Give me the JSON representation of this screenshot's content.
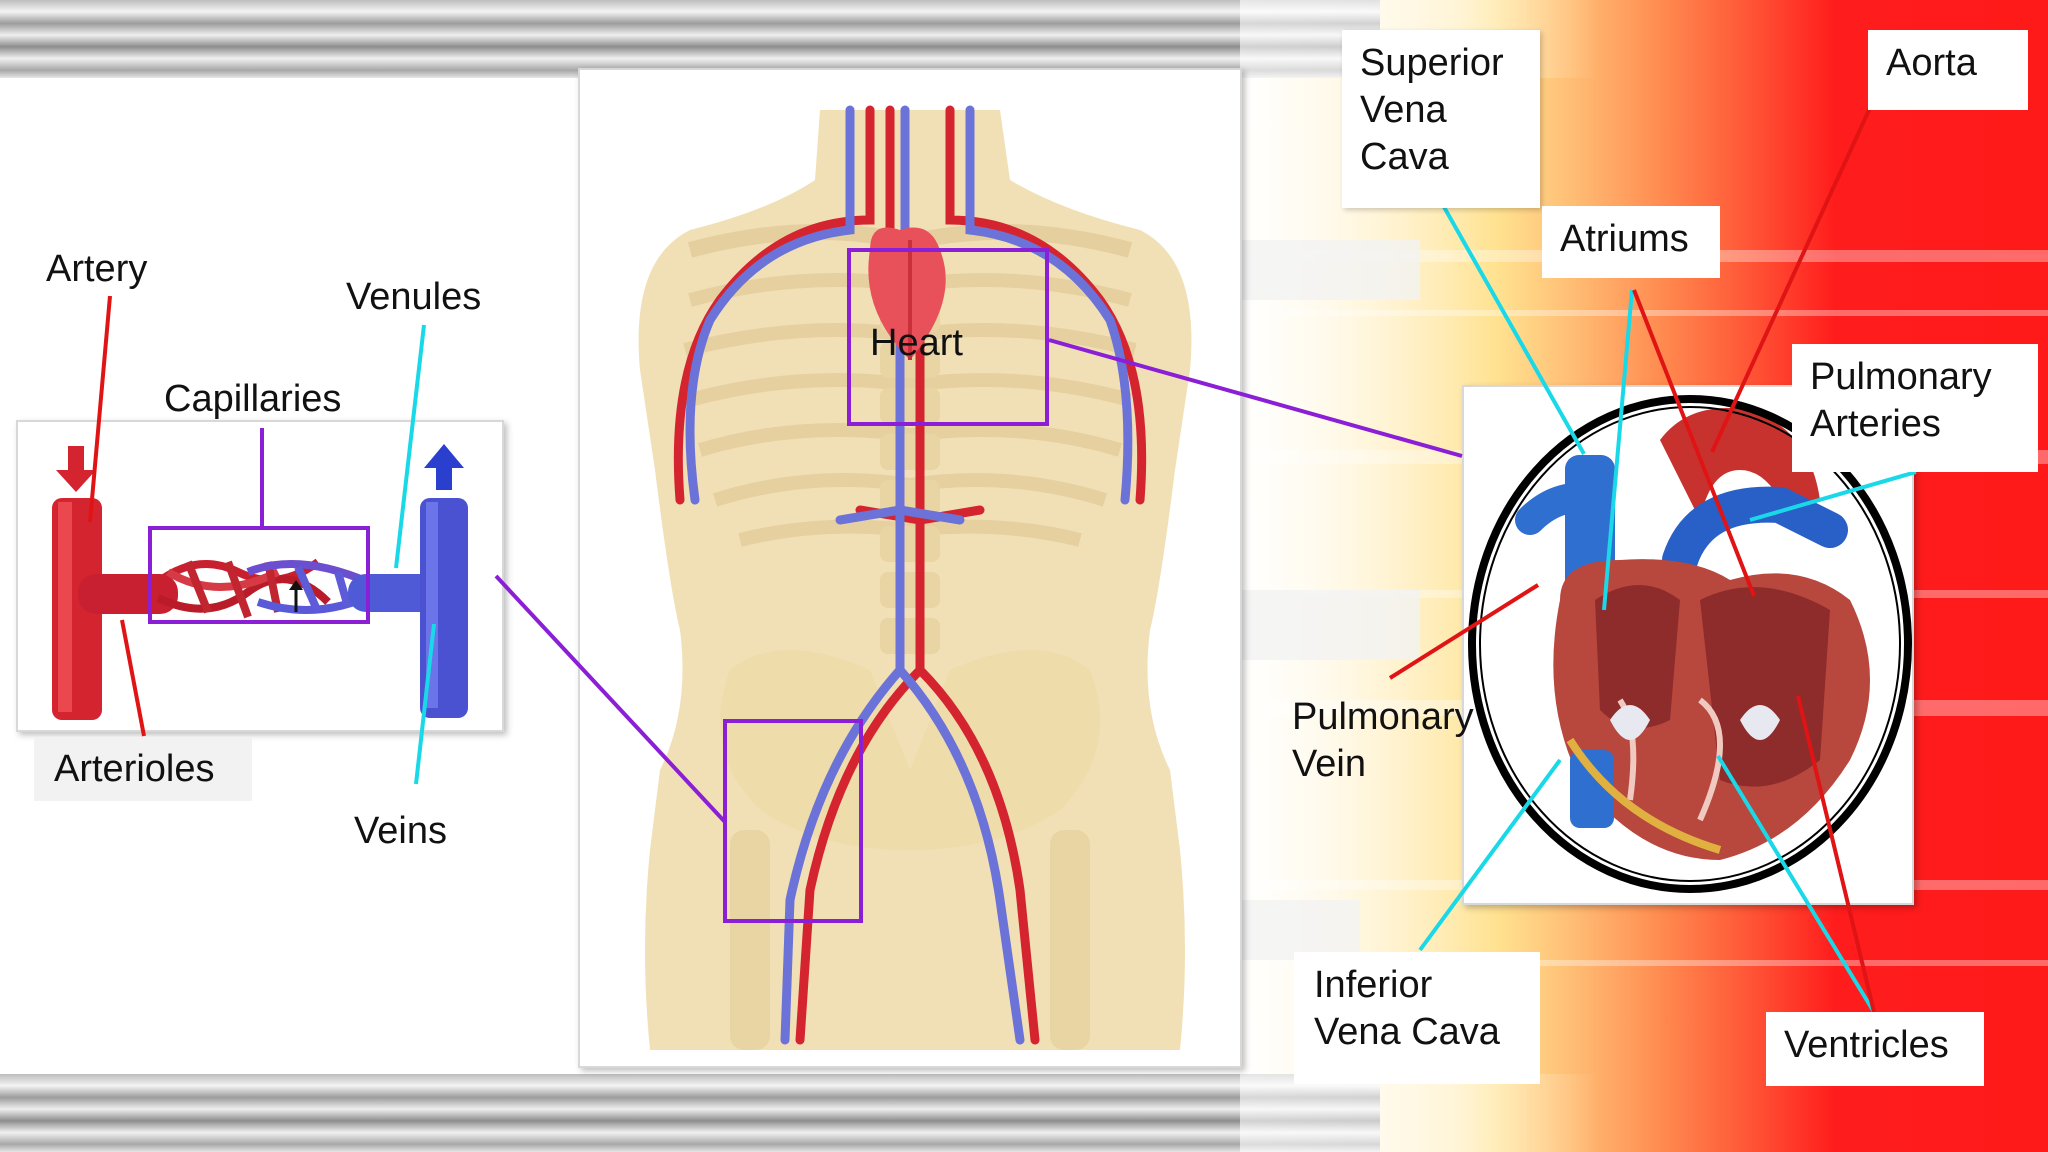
{
  "diagram": {
    "capillary_panel": {
      "labels": {
        "artery": "Artery",
        "venules": "Venules",
        "capillaries": "Capillaries",
        "arterioles": "Arterioles",
        "veins": "Veins"
      }
    },
    "body_panel": {
      "labels": {
        "heart": "Heart"
      }
    },
    "heart_panel": {
      "labels": {
        "superior_vena_cava": [
          "Superior",
          "Vena",
          "Cava"
        ],
        "aorta": "Aorta",
        "atriums": "Atriums",
        "pulmonary_arteries": [
          "Pulmonary",
          "Arteries"
        ],
        "pulmonary_vein": [
          "Pulmonary",
          "Vein"
        ],
        "inferior_vena_cava": [
          "Inferior",
          "Vena Cava"
        ],
        "ventricles": "Ventricles"
      }
    }
  },
  "colors": {
    "artery_red": "#d42430",
    "vein_blue": "#4f5bd6",
    "callout_purple": "#8a1fd6",
    "leader_cyan": "#19d8e8",
    "leader_red": "#e01414",
    "skin": "#f1e0b6",
    "bone": "#efe1bd"
  }
}
